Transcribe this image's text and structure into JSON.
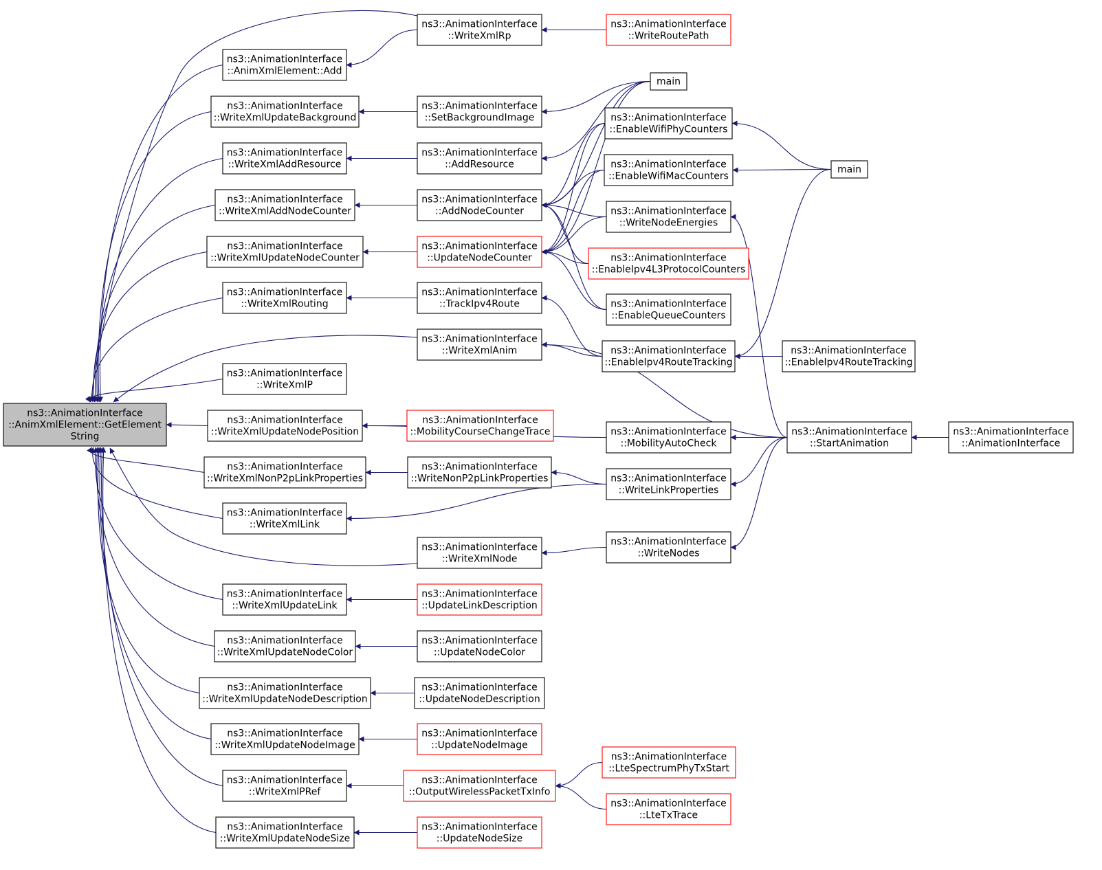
{
  "graph": {
    "edge_color": "#191970",
    "highlight_color": "#ff0000",
    "root_fill": "#bfbfbf",
    "nodes": [
      {
        "id": "root",
        "lines": [
          "ns3::AnimationInterface",
          "::AnimXmlElement::GetElement",
          "String"
        ],
        "root": true
      },
      {
        "id": "WriteXmlRp",
        "lines": [
          "ns3::AnimationInterface",
          "::WriteXmlRp"
        ]
      },
      {
        "id": "WriteRoutePath",
        "lines": [
          "ns3::AnimationInterface",
          "::WriteRoutePath"
        ],
        "red": true
      },
      {
        "id": "AnimXmlElementAdd",
        "lines": [
          "ns3::AnimationInterface",
          "::AnimXmlElement::Add"
        ]
      },
      {
        "id": "main1",
        "lines": [
          "main"
        ]
      },
      {
        "id": "WriteXmlUpdateBackground",
        "lines": [
          "ns3::AnimationInterface",
          "::WriteXmlUpdateBackground"
        ]
      },
      {
        "id": "SetBackgroundImage",
        "lines": [
          "ns3::AnimationInterface",
          "::SetBackgroundImage"
        ]
      },
      {
        "id": "EnableWifiPhyCounters",
        "lines": [
          "ns3::AnimationInterface",
          "::EnableWifiPhyCounters"
        ]
      },
      {
        "id": "WriteXmlAddResource",
        "lines": [
          "ns3::AnimationInterface",
          "::WriteXmlAddResource"
        ]
      },
      {
        "id": "AddResource",
        "lines": [
          "ns3::AnimationInterface",
          "::AddResource"
        ]
      },
      {
        "id": "EnableWifiMacCounters",
        "lines": [
          "ns3::AnimationInterface",
          "::EnableWifiMacCounters"
        ]
      },
      {
        "id": "main2",
        "lines": [
          "main"
        ]
      },
      {
        "id": "WriteXmlAddNodeCounter",
        "lines": [
          "ns3::AnimationInterface",
          "::WriteXmlAddNodeCounter"
        ]
      },
      {
        "id": "AddNodeCounter",
        "lines": [
          "ns3::AnimationInterface",
          "::AddNodeCounter"
        ]
      },
      {
        "id": "WriteNodeEnergies",
        "lines": [
          "ns3::AnimationInterface",
          "::WriteNodeEnergies"
        ]
      },
      {
        "id": "WriteXmlUpdateNodeCounter",
        "lines": [
          "ns3::AnimationInterface",
          "::WriteXmlUpdateNodeCounter"
        ]
      },
      {
        "id": "UpdateNodeCounter",
        "lines": [
          "ns3::AnimationInterface",
          "::UpdateNodeCounter"
        ],
        "red": true
      },
      {
        "id": "EnableIpv4L3ProtocolCounters",
        "lines": [
          "ns3::AnimationInterface",
          "::EnableIpv4L3ProtocolCounters"
        ],
        "red": true
      },
      {
        "id": "WriteXmlRouting",
        "lines": [
          "ns3::AnimationInterface",
          "::WriteXmlRouting"
        ]
      },
      {
        "id": "TrackIpv4Route",
        "lines": [
          "ns3::AnimationInterface",
          "::TrackIpv4Route"
        ]
      },
      {
        "id": "EnableQueueCounters",
        "lines": [
          "ns3::AnimationInterface",
          "::EnableQueueCounters"
        ]
      },
      {
        "id": "WriteXmlAnim",
        "lines": [
          "ns3::AnimationInterface",
          "::WriteXmlAnim"
        ]
      },
      {
        "id": "EnableIpv4RouteTracking",
        "lines": [
          "ns3::AnimationInterface",
          "::EnableIpv4RouteTracking"
        ]
      },
      {
        "id": "EnableIpv4RouteTracking2",
        "lines": [
          "ns3::AnimationInterface",
          "::EnableIpv4RouteTracking"
        ]
      },
      {
        "id": "WriteXmlP",
        "lines": [
          "ns3::AnimationInterface",
          "::WriteXmlP"
        ]
      },
      {
        "id": "WriteXmlUpdateNodePosition",
        "lines": [
          "ns3::AnimationInterface",
          "::WriteXmlUpdateNodePosition"
        ]
      },
      {
        "id": "MobilityCourseChangeTrace",
        "lines": [
          "ns3::AnimationInterface",
          "::MobilityCourseChangeTrace"
        ],
        "red": true
      },
      {
        "id": "MobilityAutoCheck",
        "lines": [
          "ns3::AnimationInterface",
          "::MobilityAutoCheck"
        ]
      },
      {
        "id": "StartAnimation",
        "lines": [
          "ns3::AnimationInterface",
          "::StartAnimation"
        ]
      },
      {
        "id": "AnimationInterfaceCtor",
        "lines": [
          "ns3::AnimationInterface",
          "::AnimationInterface"
        ]
      },
      {
        "id": "WriteXmlNonP2pLinkProperties",
        "lines": [
          "ns3::AnimationInterface",
          "::WriteXmlNonP2pLinkProperties"
        ]
      },
      {
        "id": "WriteNonP2pLinkProperties",
        "lines": [
          "ns3::AnimationInterface",
          "::WriteNonP2pLinkProperties"
        ]
      },
      {
        "id": "WriteLinkProperties",
        "lines": [
          "ns3::AnimationInterface",
          "::WriteLinkProperties"
        ]
      },
      {
        "id": "WriteXmlLink",
        "lines": [
          "ns3::AnimationInterface",
          "::WriteXmlLink"
        ]
      },
      {
        "id": "WriteXmlNode",
        "lines": [
          "ns3::AnimationInterface",
          "::WriteXmlNode"
        ]
      },
      {
        "id": "WriteNodes",
        "lines": [
          "ns3::AnimationInterface",
          "::WriteNodes"
        ]
      },
      {
        "id": "WriteXmlUpdateLink",
        "lines": [
          "ns3::AnimationInterface",
          "::WriteXmlUpdateLink"
        ]
      },
      {
        "id": "UpdateLinkDescription",
        "lines": [
          "ns3::AnimationInterface",
          "::UpdateLinkDescription"
        ],
        "red": true
      },
      {
        "id": "WriteXmlUpdateNodeColor",
        "lines": [
          "ns3::AnimationInterface",
          "::WriteXmlUpdateNodeColor"
        ]
      },
      {
        "id": "UpdateNodeColor",
        "lines": [
          "ns3::AnimationInterface",
          "::UpdateNodeColor"
        ]
      },
      {
        "id": "WriteXmlUpdateNodeDescription",
        "lines": [
          "ns3::AnimationInterface",
          "::WriteXmlUpdateNodeDescription"
        ]
      },
      {
        "id": "UpdateNodeDescription",
        "lines": [
          "ns3::AnimationInterface",
          "::UpdateNodeDescription"
        ]
      },
      {
        "id": "WriteXmlUpdateNodeImage",
        "lines": [
          "ns3::AnimationInterface",
          "::WriteXmlUpdateNodeImage"
        ]
      },
      {
        "id": "UpdateNodeImage",
        "lines": [
          "ns3::AnimationInterface",
          "::UpdateNodeImage"
        ],
        "red": true
      },
      {
        "id": "WriteXmlPRef",
        "lines": [
          "ns3::AnimationInterface",
          "::WriteXmlPRef"
        ]
      },
      {
        "id": "OutputWirelessPacketTxInfo",
        "lines": [
          "ns3::AnimationInterface",
          "::OutputWirelessPacketTxInfo"
        ],
        "red": true
      },
      {
        "id": "LteSpectrumPhyTxStart",
        "lines": [
          "ns3::AnimationInterface",
          "::LteSpectrumPhyTxStart"
        ],
        "red": true
      },
      {
        "id": "LteTxTrace",
        "lines": [
          "ns3::AnimationInterface",
          "::LteTxTrace"
        ],
        "red": true
      },
      {
        "id": "WriteXmlUpdateNodeSize",
        "lines": [
          "ns3::AnimationInterface",
          "::WriteXmlUpdateNodeSize"
        ]
      },
      {
        "id": "UpdateNodeSize",
        "lines": [
          "ns3::AnimationInterface",
          "::UpdateNodeSize"
        ],
        "red": true
      }
    ],
    "edges": [
      {
        "from": "WriteXmlRp",
        "to": "root"
      },
      {
        "from": "AnimXmlElementAdd",
        "to": "root"
      },
      {
        "from": "WriteXmlUpdateBackground",
        "to": "root"
      },
      {
        "from": "WriteXmlAddResource",
        "to": "root"
      },
      {
        "from": "WriteXmlAddNodeCounter",
        "to": "root"
      },
      {
        "from": "WriteXmlUpdateNodeCounter",
        "to": "root"
      },
      {
        "from": "WriteXmlRouting",
        "to": "root"
      },
      {
        "from": "WriteXmlAnim",
        "to": "root"
      },
      {
        "from": "WriteXmlP",
        "to": "root"
      },
      {
        "from": "WriteXmlUpdateNodePosition",
        "to": "root"
      },
      {
        "from": "WriteXmlNonP2pLinkProperties",
        "to": "root"
      },
      {
        "from": "WriteXmlLink",
        "to": "root"
      },
      {
        "from": "WriteXmlNode",
        "to": "root"
      },
      {
        "from": "WriteXmlUpdateLink",
        "to": "root"
      },
      {
        "from": "WriteXmlUpdateNodeColor",
        "to": "root"
      },
      {
        "from": "WriteXmlUpdateNodeDescription",
        "to": "root"
      },
      {
        "from": "WriteXmlUpdateNodeImage",
        "to": "root"
      },
      {
        "from": "WriteXmlPRef",
        "to": "root"
      },
      {
        "from": "WriteXmlUpdateNodeSize",
        "to": "root"
      },
      {
        "from": "WriteRoutePath",
        "to": "WriteXmlRp"
      },
      {
        "from": "WriteXmlRp",
        "to": "AnimXmlElementAdd"
      },
      {
        "from": "SetBackgroundImage",
        "to": "WriteXmlUpdateBackground"
      },
      {
        "from": "main1",
        "to": "SetBackgroundImage"
      },
      {
        "from": "AddResource",
        "to": "WriteXmlAddResource"
      },
      {
        "from": "main1",
        "to": "AddResource"
      },
      {
        "from": "AddNodeCounter",
        "to": "WriteXmlAddNodeCounter"
      },
      {
        "from": "main1",
        "to": "AddNodeCounter"
      },
      {
        "from": "EnableWifiPhyCounters",
        "to": "AddNodeCounter"
      },
      {
        "from": "EnableWifiMacCounters",
        "to": "AddNodeCounter"
      },
      {
        "from": "WriteNodeEnergies",
        "to": "AddNodeCounter"
      },
      {
        "from": "EnableIpv4L3ProtocolCounters",
        "to": "AddNodeCounter"
      },
      {
        "from": "EnableQueueCounters",
        "to": "AddNodeCounter"
      },
      {
        "from": "UpdateNodeCounter",
        "to": "WriteXmlUpdateNodeCounter"
      },
      {
        "from": "main1",
        "to": "UpdateNodeCounter"
      },
      {
        "from": "EnableWifiPhyCounters",
        "to": "UpdateNodeCounter"
      },
      {
        "from": "EnableWifiMacCounters",
        "to": "UpdateNodeCounter"
      },
      {
        "from": "WriteNodeEnergies",
        "to": "UpdateNodeCounter"
      },
      {
        "from": "EnableIpv4L3ProtocolCounters",
        "to": "UpdateNodeCounter"
      },
      {
        "from": "EnableQueueCounters",
        "to": "UpdateNodeCounter"
      },
      {
        "from": "main2",
        "to": "EnableWifiPhyCounters"
      },
      {
        "from": "main2",
        "to": "EnableWifiMacCounters"
      },
      {
        "from": "main2",
        "to": "EnableIpv4RouteTracking"
      },
      {
        "from": "StartAnimation",
        "to": "WriteNodeEnergies"
      },
      {
        "from": "TrackIpv4Route",
        "to": "WriteXmlRouting"
      },
      {
        "from": "EnableIpv4RouteTracking",
        "to": "TrackIpv4Route"
      },
      {
        "from": "EnableIpv4RouteTracking",
        "to": "WriteXmlAnim"
      },
      {
        "from": "StartAnimation",
        "to": "WriteXmlAnim"
      },
      {
        "from": "EnableIpv4RouteTracking2",
        "to": "EnableIpv4RouteTracking"
      },
      {
        "from": "MobilityCourseChangeTrace",
        "to": "WriteXmlUpdateNodePosition"
      },
      {
        "from": "MobilityAutoCheck",
        "to": "WriteXmlUpdateNodePosition"
      },
      {
        "from": "StartAnimation",
        "to": "MobilityAutoCheck"
      },
      {
        "from": "AnimationInterfaceCtor",
        "to": "StartAnimation"
      },
      {
        "from": "WriteNonP2pLinkProperties",
        "to": "WriteXmlNonP2pLinkProperties"
      },
      {
        "from": "WriteLinkProperties",
        "to": "WriteNonP2pLinkProperties"
      },
      {
        "from": "StartAnimation",
        "to": "WriteLinkProperties"
      },
      {
        "from": "WriteLinkProperties",
        "to": "WriteXmlLink"
      },
      {
        "from": "WriteNodes",
        "to": "WriteXmlNode"
      },
      {
        "from": "StartAnimation",
        "to": "WriteNodes"
      },
      {
        "from": "UpdateLinkDescription",
        "to": "WriteXmlUpdateLink"
      },
      {
        "from": "UpdateNodeColor",
        "to": "WriteXmlUpdateNodeColor"
      },
      {
        "from": "UpdateNodeDescription",
        "to": "WriteXmlUpdateNodeDescription"
      },
      {
        "from": "UpdateNodeImage",
        "to": "WriteXmlUpdateNodeImage"
      },
      {
        "from": "OutputWirelessPacketTxInfo",
        "to": "WriteXmlPRef"
      },
      {
        "from": "LteSpectrumPhyTxStart",
        "to": "OutputWirelessPacketTxInfo"
      },
      {
        "from": "LteTxTrace",
        "to": "OutputWirelessPacketTxInfo"
      },
      {
        "from": "UpdateNodeSize",
        "to": "WriteXmlUpdateNodeSize"
      }
    ]
  }
}
